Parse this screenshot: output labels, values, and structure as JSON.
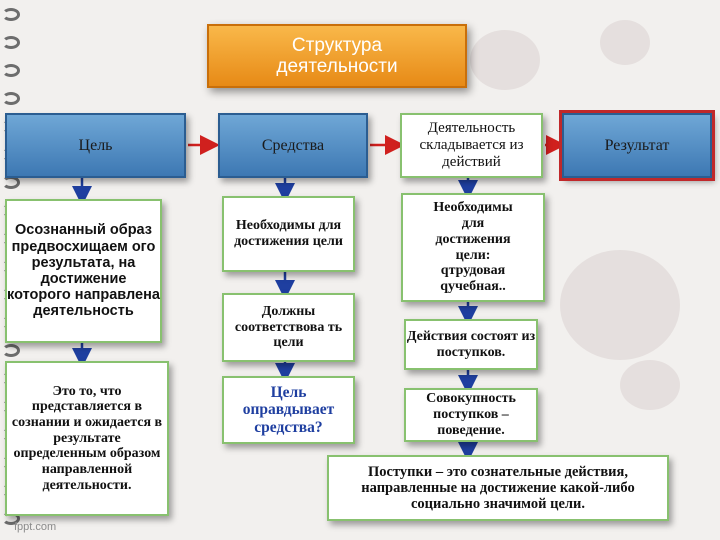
{
  "title": "Структура деятельности",
  "columns": {
    "goal": {
      "header": "Цель",
      "box1": "Осознанный образ предвосхищаем ого результата, на достижение которого направлена деятельность",
      "box2": "Это то, что представляется в сознании и ожидается в результате определенным образом направленной деятельности."
    },
    "means": {
      "header": "Средства",
      "box1": "Необходимы для достижения цели",
      "box2": "Должны соответствова ть цели",
      "box3": "Цель оправдывает средства?"
    },
    "activity": {
      "header": "Деятельность складывается из действий",
      "box1_lines": [
        "Необходимы",
        "для",
        "достижения",
        "цели:"
      ],
      "box1_items": [
        "трудовая",
        "учебная.."
      ],
      "box2": "Действия состоят из поступков.",
      "box3": "Совокупность поступков – поведение.",
      "box4": "Поступки – это сознательные действия, направленные на достижение какой-либо социально значимой цели."
    },
    "result": {
      "header": "Результат"
    }
  },
  "bullet_glyph": "q",
  "footer": "fppt.com",
  "colors": {
    "header_blue": "#4f8ac6",
    "arrow_blue": "#1f3fa0",
    "arrow_red": "#d0201e",
    "title_orange": "#f0a030",
    "question_blue": "#1f3fa0"
  }
}
